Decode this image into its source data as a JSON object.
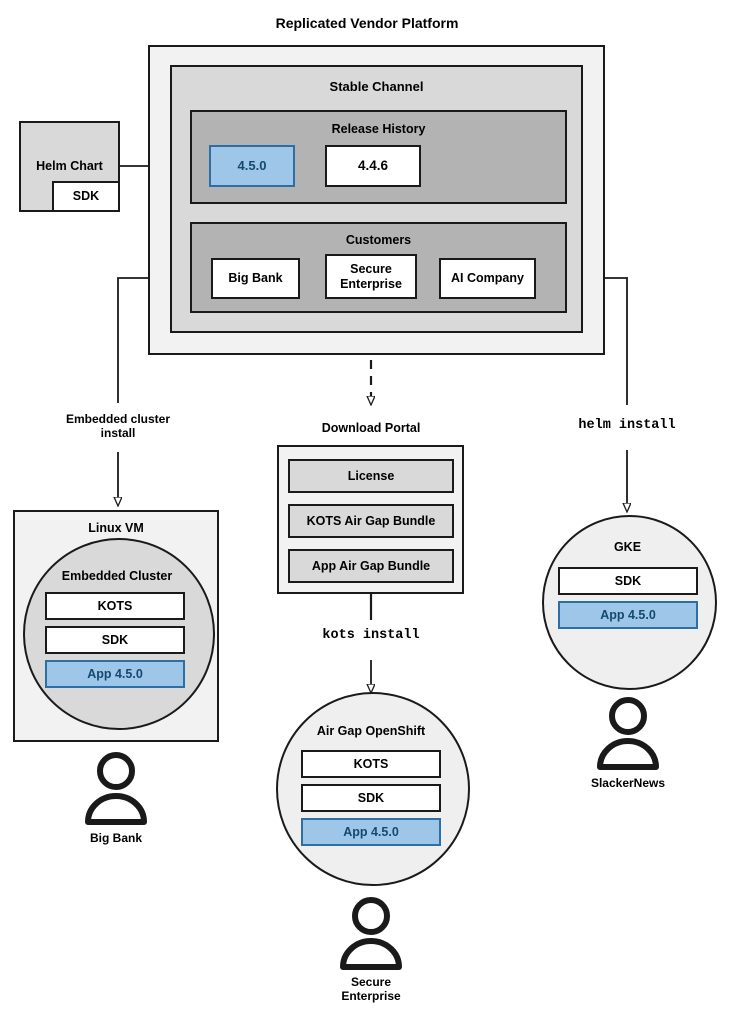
{
  "diagram": {
    "title": "Replicated Vendor Platform",
    "platform": {
      "stable_channel": {
        "label": "Stable Channel",
        "release_history": {
          "label": "Release History",
          "releases": [
            {
              "version": "4.5.0",
              "highlighted": true
            },
            {
              "version": "4.4.6",
              "highlighted": false
            }
          ]
        },
        "customers": {
          "label": "Customers",
          "items": [
            {
              "name": "Big Bank"
            },
            {
              "name": "Secure\nEnterprise"
            },
            {
              "name": "AI Company"
            }
          ]
        }
      }
    },
    "source": {
      "helm_chart_label": "Helm Chart",
      "sdk_label": "SDK"
    },
    "edges": {
      "embedded_cluster_install": "Embedded cluster\ninstall",
      "download_portal": "Download Portal",
      "helm_install": "helm install",
      "kots_install": "kots install"
    },
    "targets": [
      {
        "id": "linux-vm",
        "shape": "box",
        "label": "Linux VM",
        "inner_label": "Embedded Cluster",
        "components": [
          {
            "name": "KOTS",
            "highlighted": false
          },
          {
            "name": "SDK",
            "highlighted": false
          },
          {
            "name": "App 4.5.0",
            "highlighted": true
          }
        ],
        "persona": "Big Bank"
      },
      {
        "id": "air-gap-openshift",
        "shape": "circle",
        "label": "Air Gap OpenShift",
        "components": [
          {
            "name": "KOTS",
            "highlighted": false
          },
          {
            "name": "SDK",
            "highlighted": false
          },
          {
            "name": "App 4.5.0",
            "highlighted": true
          }
        ],
        "persona": "Secure\nEnterprise"
      },
      {
        "id": "gke",
        "shape": "circle",
        "label": "GKE",
        "components": [
          {
            "name": "SDK",
            "highlighted": false
          },
          {
            "name": "App 4.5.0",
            "highlighted": true
          }
        ],
        "persona": "SlackerNews"
      }
    ],
    "download_portal": {
      "label": "Download Portal",
      "artifacts": [
        "License",
        "KOTS Air Gap Bundle",
        "App Air Gap Bundle"
      ]
    },
    "colors": {
      "accent_fill": "#9dc6e8",
      "accent_stroke": "#2d6ea5",
      "accent_text": "#14496f",
      "stroke": "#1a1a1a",
      "grey_light": "#f2f2f2",
      "grey_mid": "#d9d9d9",
      "grey_dark": "#b3b3b3"
    }
  }
}
